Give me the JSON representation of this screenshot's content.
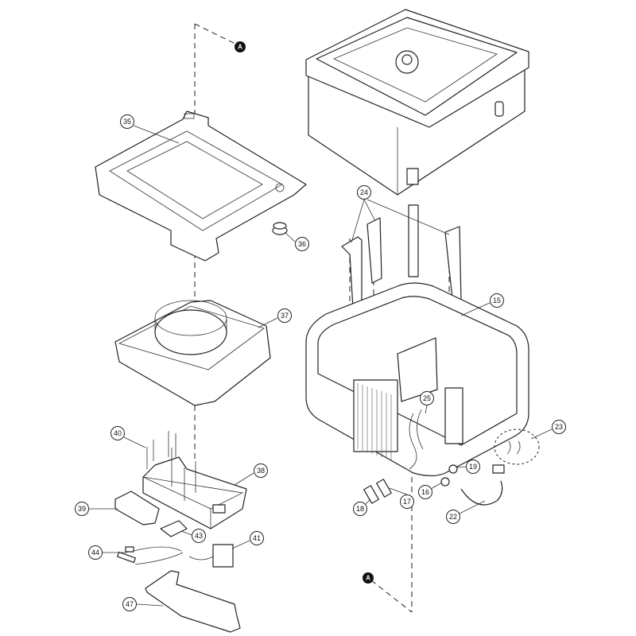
{
  "diagram": {
    "reference_marks": {
      "top": "A",
      "bottom": "A"
    },
    "callouts": [
      "35",
      "36",
      "37",
      "40",
      "38",
      "39",
      "43",
      "44",
      "41",
      "47",
      "24",
      "15",
      "25",
      "23",
      "19",
      "16",
      "17",
      "18",
      "22"
    ]
  }
}
